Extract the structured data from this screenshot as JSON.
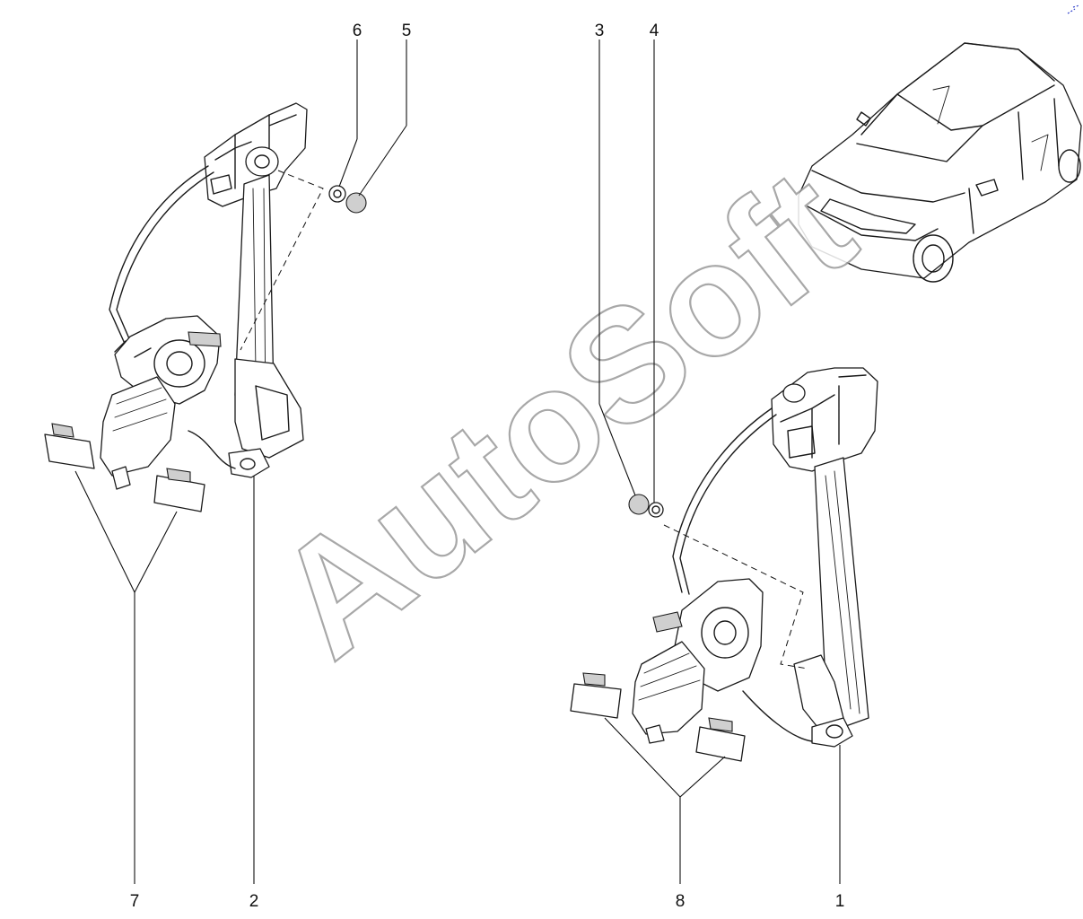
{
  "watermark": "AutoSoft",
  "callouts": [
    "6",
    "5",
    "3",
    "4",
    "7",
    "2",
    "8",
    "1"
  ],
  "colors": {
    "line": "#1a1a1a",
    "watermark_outline": "#9a9a9a",
    "background": "#ffffff"
  },
  "icons": [
    "window-regulator",
    "regulator-motor",
    "clip",
    "washer",
    "vehicle"
  ]
}
